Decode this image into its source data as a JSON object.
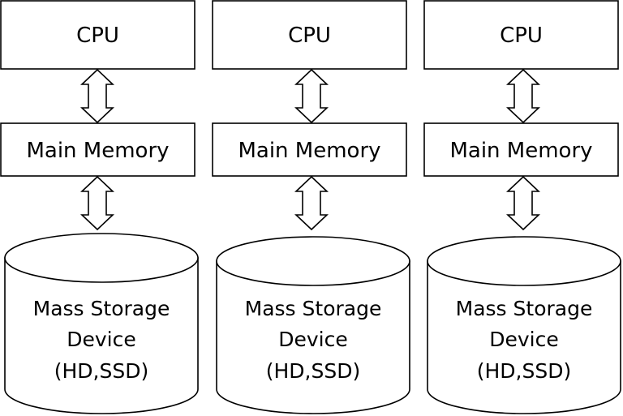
{
  "columns": [
    {
      "cpu_label": "CPU",
      "memory_label": "Main Memory",
      "storage_label": {
        "line1": "Mass Storage",
        "line2": "Device",
        "line3": "(HD,SSD)"
      }
    },
    {
      "cpu_label": "CPU",
      "memory_label": "Main Memory",
      "storage_label": {
        "line1": "Mass Storage",
        "line2": "Device",
        "line3": "(HD,SSD)"
      }
    },
    {
      "cpu_label": "CPU",
      "memory_label": "Main Memory",
      "storage_label": {
        "line1": "Mass Storage",
        "line2": "Device",
        "line3": "(HD,SSD)"
      }
    }
  ]
}
